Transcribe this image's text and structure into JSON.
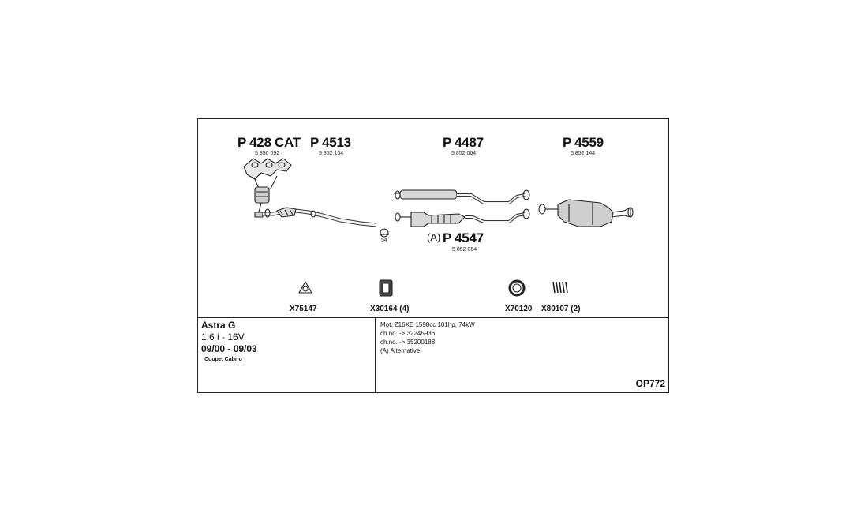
{
  "parts": [
    {
      "number": "P 428 CAT",
      "oem": "5 850 092"
    },
    {
      "number": "P 4513",
      "oem": "5 852 134"
    },
    {
      "number": "P 4487",
      "oem": "5 852 064"
    },
    {
      "number": "P 4559",
      "oem": "5 852 144"
    },
    {
      "number": "P 4547",
      "oem": "5 852 064",
      "prefix": "(A)"
    }
  ],
  "small_label": "54",
  "accessories": [
    {
      "code": "X75147",
      "icon": "gasket-icon"
    },
    {
      "code": "X30164 (4)",
      "icon": "rubber-mount-icon"
    },
    {
      "code": "X70120",
      "icon": "ring-gasket-icon"
    },
    {
      "code": "X80107 (2)",
      "icon": "spring-icon"
    }
  ],
  "vehicle": {
    "model": "Astra G",
    "engine": "1.6 i - 16V",
    "years": "09/00 - 09/03",
    "body": "Coupe, Cabrio"
  },
  "notes": [
    "Mot. Z16XE 1598cc 101hp, 74kW",
    "ch.no. -> 32245936",
    "ch.no. -> 35200188",
    "(A) Alternative"
  ],
  "reference": "OP772"
}
